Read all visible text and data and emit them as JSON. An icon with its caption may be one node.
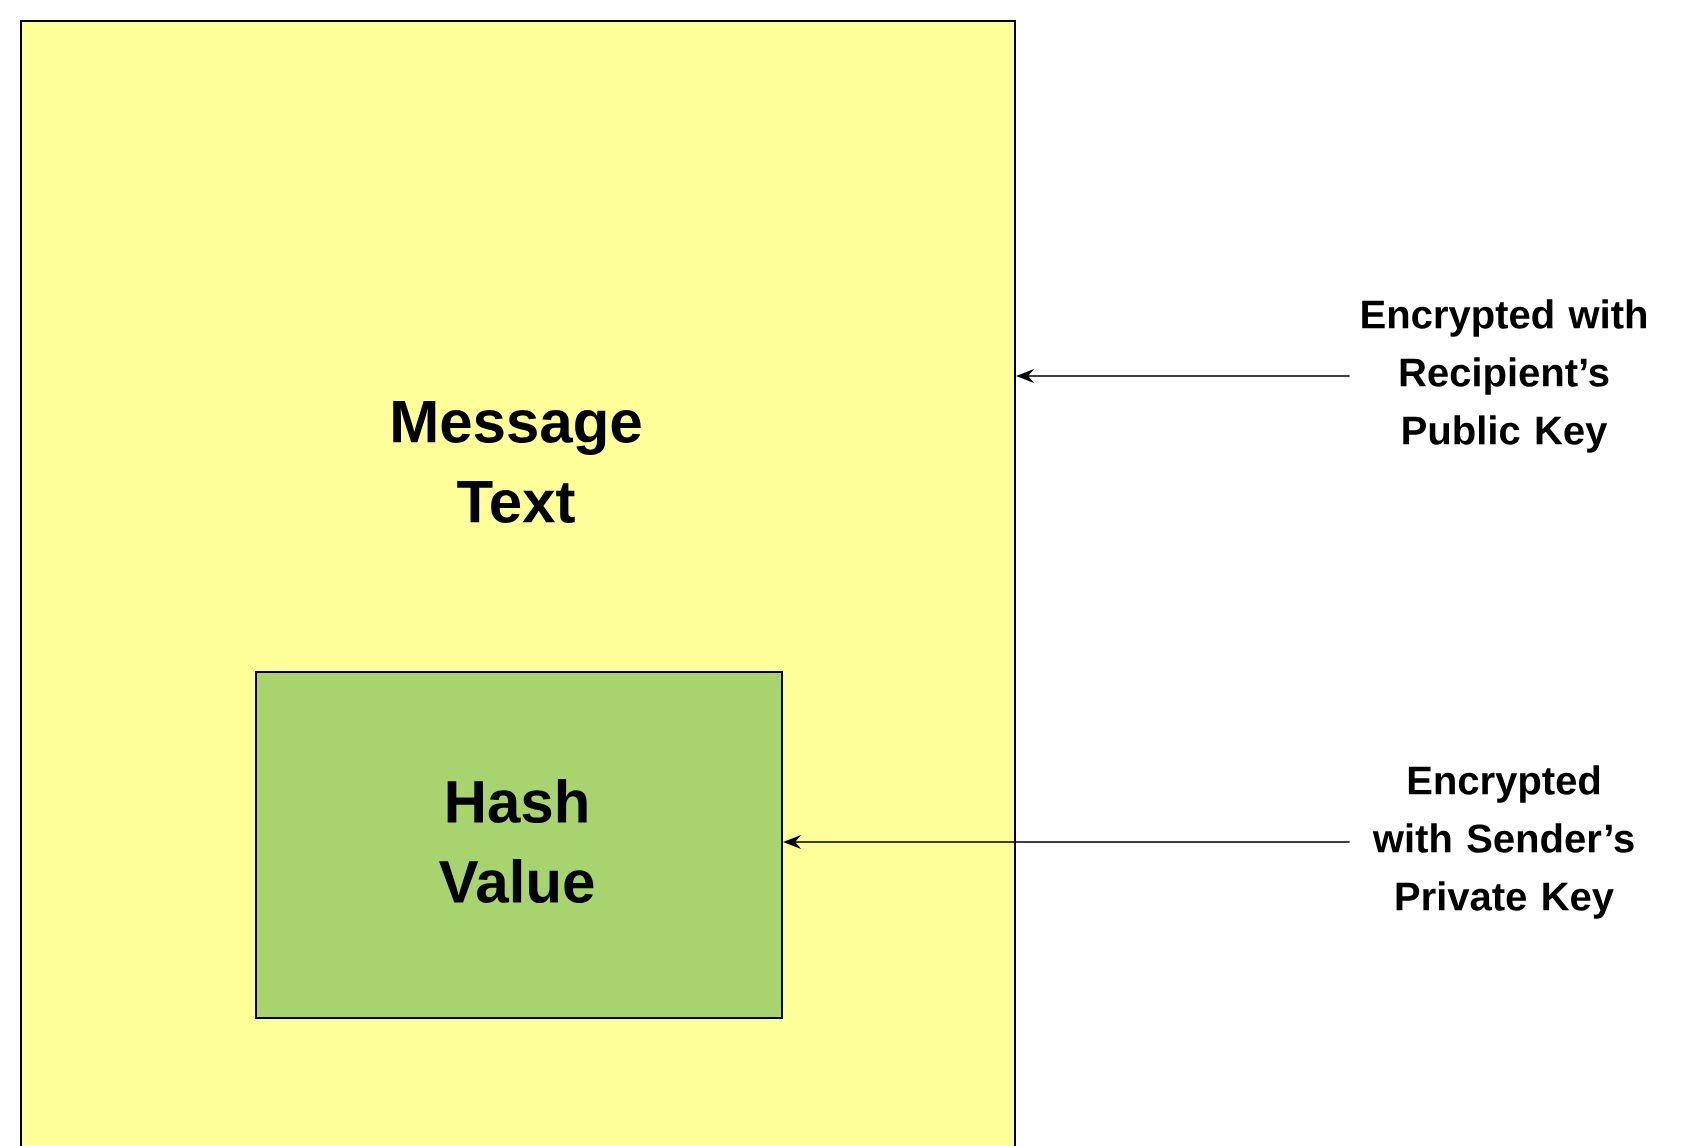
{
  "diagram": {
    "nodes": [
      {
        "text": [
          "Message Text"
        ]
      },
      {
        "text": [
          "Hash Value"
        ],
        "in": 0
      },
      {
        "text": [
          "Encrypted with Recipient’s Public Key"
        ]
      },
      {
        "text": [
          "Encrypted with Sender’s Private Key"
        ]
      }
    ],
    "edges": [
      {
        "from": 2,
        "to": 0,
        "arrow": "to"
      },
      {
        "from": 3,
        "to": 1,
        "arrow": "to"
      }
    ]
  }
}
